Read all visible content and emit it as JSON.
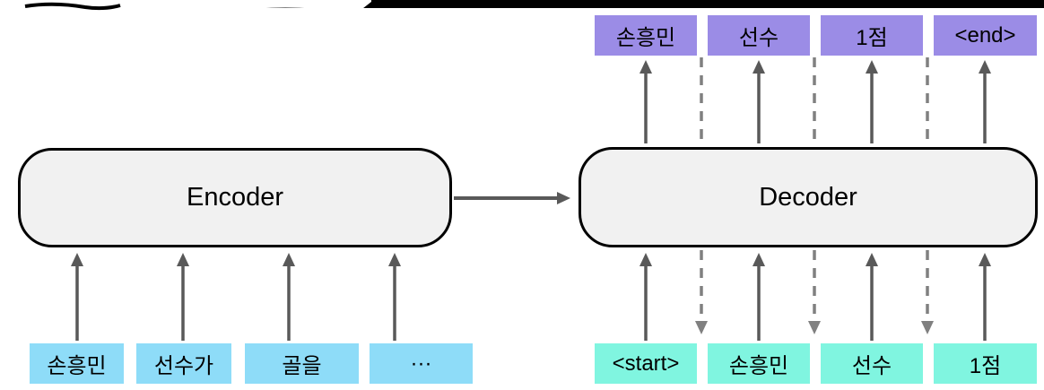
{
  "diagram": {
    "encoder": {
      "label": "Encoder"
    },
    "decoder": {
      "label": "Decoder"
    },
    "encoder_inputs": {
      "color": "#8edcf8",
      "items": [
        {
          "label": "손흥민"
        },
        {
          "label": "선수가"
        },
        {
          "label": "골을"
        },
        {
          "label": "···"
        }
      ]
    },
    "decoder_inputs": {
      "color": "#80f5e0",
      "items": [
        {
          "label": "<start>"
        },
        {
          "label": "손흥민"
        },
        {
          "label": "선수"
        },
        {
          "label": "1점"
        }
      ]
    },
    "decoder_outputs": {
      "color": "#9b8ce6",
      "items": [
        {
          "label": "손흥민"
        },
        {
          "label": "선수"
        },
        {
          "label": "1점"
        },
        {
          "label": "<end>"
        }
      ]
    },
    "colors": {
      "block_fill": "#f1f1f1",
      "block_border": "#000000",
      "solid_arrow": "#595959",
      "dashed_arrow": "#808080"
    }
  }
}
